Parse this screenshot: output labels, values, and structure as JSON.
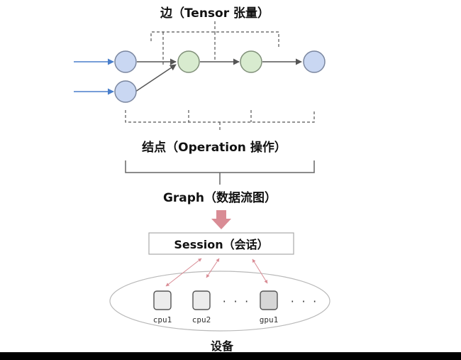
{
  "labels": {
    "edge": "边（Tensor 张量）",
    "node": "结点（Operation 操作）",
    "graph": "Graph（数据流图）",
    "session": "Session（会话）",
    "devices": "设备",
    "cpu1": "cpu1",
    "cpu2": "cpu2",
    "gpu1": "gpu1",
    "ellipsis_1": "· · ·",
    "ellipsis_2": "· · ·"
  },
  "colors": {
    "input_node_fill": "#c9d7f2",
    "input_node_stroke": "#7a869f",
    "op_node_fill": "#d8ebcf",
    "op_node_stroke": "#7f8f78",
    "input_edge": "#4a7fcb",
    "graph_edge": "#555555",
    "bracket": "#666666",
    "dashed": "#555555",
    "down_arrow": "#d98c95",
    "link_arrow": "#d98c95",
    "cpu_fill": "#ececec",
    "gpu_fill": "#d6d6d6",
    "device_stroke": "#555555",
    "ellipse_stroke": "#b9b9b9",
    "session_stroke": "#aaaaaa"
  }
}
